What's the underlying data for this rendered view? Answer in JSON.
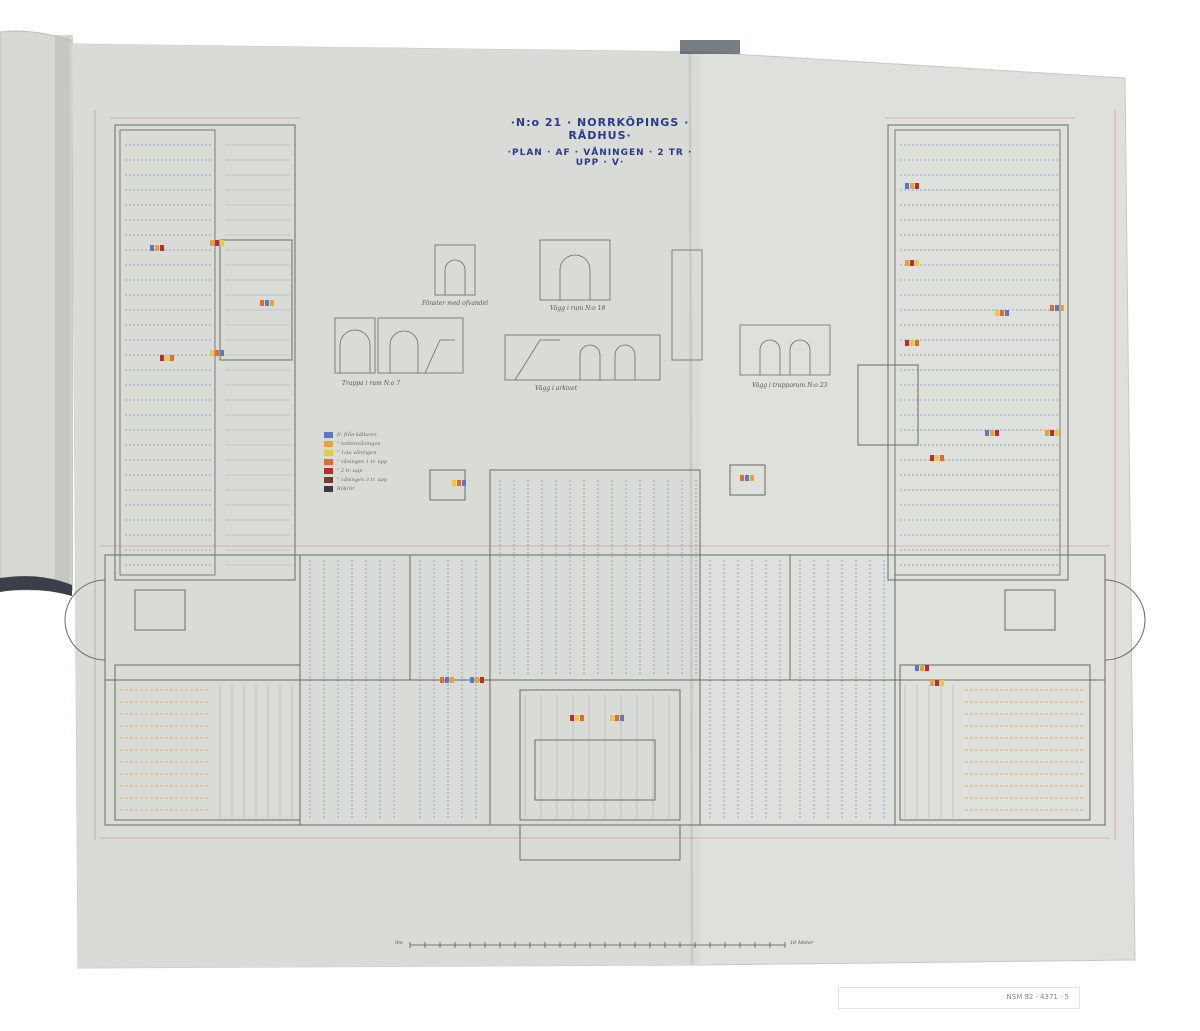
{
  "sheet": {
    "title_line1": "·N:o 21 · NORRKÖPINGS · RÅDHUS·",
    "title_line2": "·PLAN · AF · VÅNINGEN · 2 TR · UPP · V·"
  },
  "legend": {
    "items": [
      {
        "label": "fr. från källaren",
        "color": "#5a78c8"
      },
      {
        "label": "  \" bottenvåningen",
        "color": "#e8a23a"
      },
      {
        "label": "  \" 1sta våningen",
        "color": "#f0c640"
      },
      {
        "label": "  \" våningen 1 tr. upp",
        "color": "#e56a2a"
      },
      {
        "label": "  \" 2 tr. upp",
        "color": "#c22a2a"
      },
      {
        "label": "  \" våningen 3 tr. upp",
        "color": "#7a3a2a"
      },
      {
        "label": "Rökrör",
        "color": "#3a3a3a"
      }
    ]
  },
  "captions": {
    "detail_1": "Trappa i rum N:o 7",
    "detail_2": "Fönster med ofvandel",
    "detail_3": "Vägg i rum N:o 18",
    "detail_4": "Vägg i arkivet",
    "detail_5": "Vägg i trapporum N:o 23"
  },
  "scale": {
    "left_label": "0m",
    "right_label": "10 Meter"
  },
  "archive_label": {
    "text": "NSM 92 · 4371 · 5"
  },
  "colors": {
    "paper": "#dcdfd9",
    "ink_blue": "#4a64c0",
    "ink_red": "#c23a3a",
    "ink_orange": "#e59a3a",
    "binding": "#2e3440"
  }
}
